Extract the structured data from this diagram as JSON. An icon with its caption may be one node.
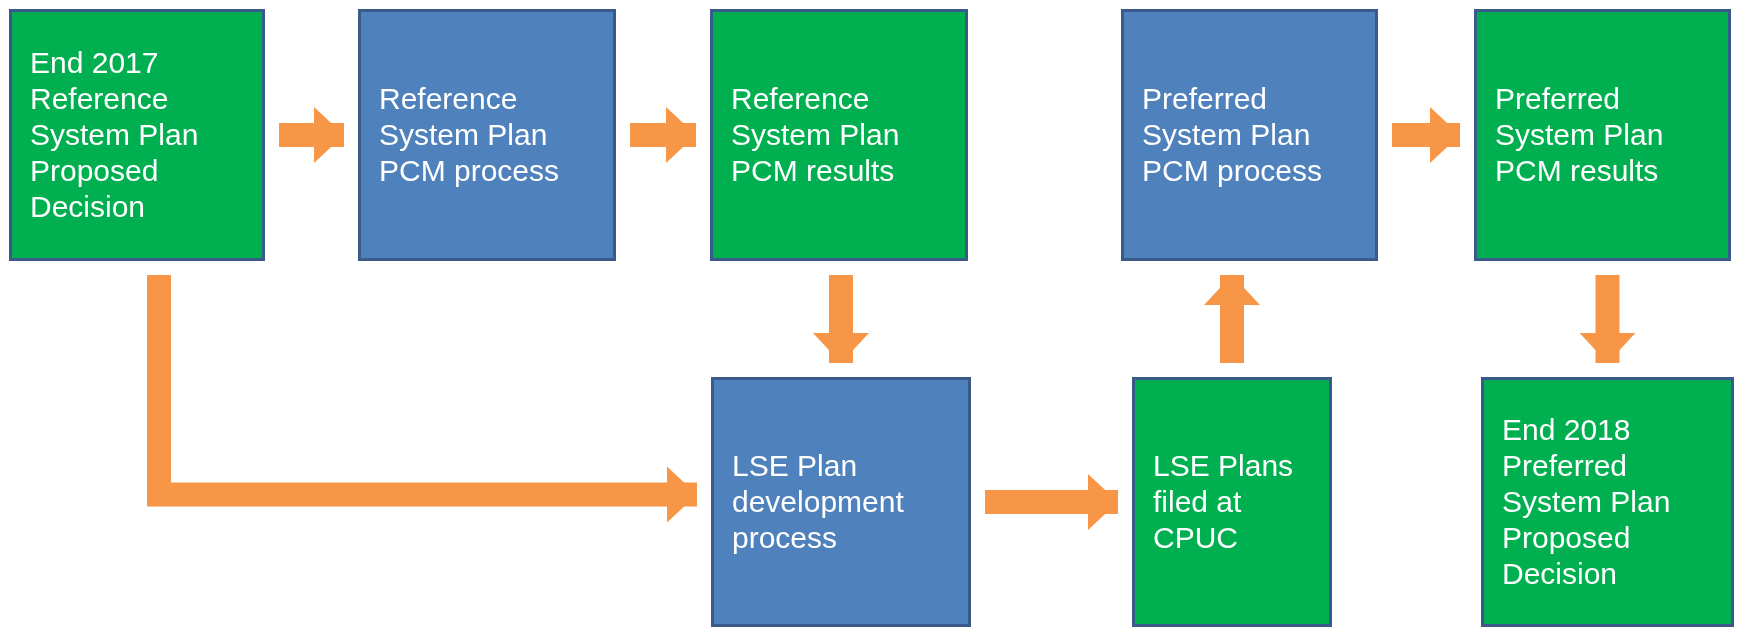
{
  "diagram": {
    "nodes": [
      {
        "text": [
          "End 2017 Reference System Plan Proposed Decision"
        ]
      },
      {
        "text": [
          "Reference System Plan PCM process"
        ]
      },
      {
        "text": [
          "Reference System Plan PCM results"
        ]
      },
      {
        "text": [
          "Preferred System Plan PCM process"
        ]
      },
      {
        "text": [
          "Preferred System Plan PCM results"
        ]
      },
      {
        "text": [
          "LSE Plan development process"
        ]
      },
      {
        "text": [
          "LSE Plans filed at CPUC"
        ]
      },
      {
        "text": [
          "End 2018 Preferred System Plan Proposed Decision"
        ]
      }
    ],
    "edges": [
      {
        "from": 0,
        "to": 1,
        "arrow": "to"
      },
      {
        "from": 1,
        "to": 2,
        "arrow": "to"
      },
      {
        "from": 2,
        "to": 5,
        "arrow": "to"
      },
      {
        "from": 0,
        "to": 5,
        "arrow": "to"
      },
      {
        "from": 5,
        "to": 6,
        "arrow": "to"
      },
      {
        "from": 6,
        "to": 3,
        "arrow": "to"
      },
      {
        "from": 3,
        "to": 4,
        "arrow": "to"
      },
      {
        "from": 4,
        "to": 7,
        "arrow": "to"
      }
    ]
  }
}
